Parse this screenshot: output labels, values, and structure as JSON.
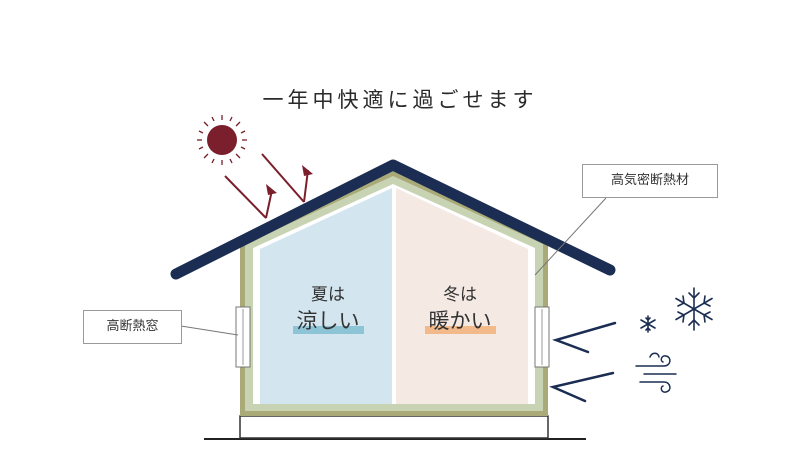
{
  "title": "一年中快適に過ごせます",
  "callouts": {
    "insulation": "高気密断熱材",
    "window": "高断熱窓"
  },
  "rooms": {
    "summer": {
      "season": "夏は",
      "feel": "涼しい"
    },
    "winter": {
      "season": "冬は",
      "feel": "暖かい"
    }
  },
  "colors": {
    "roof": "#1b2d52",
    "sun": "#7a1f2b",
    "insulation_outer": "#b9b98a",
    "insulation_band": "#c8d2b3",
    "summer_room": "#d3e6ef",
    "winter_room": "#f4e9e3",
    "summer_highlight": "#8ec5d6",
    "winter_highlight": "#f2b98a",
    "wind": "#1b2d52",
    "snow": "#1b2d52"
  },
  "icons": [
    "sun-icon",
    "reflected-arrow-icon",
    "snowflake-icon",
    "wind-icon",
    "cold-arrow-icon"
  ]
}
